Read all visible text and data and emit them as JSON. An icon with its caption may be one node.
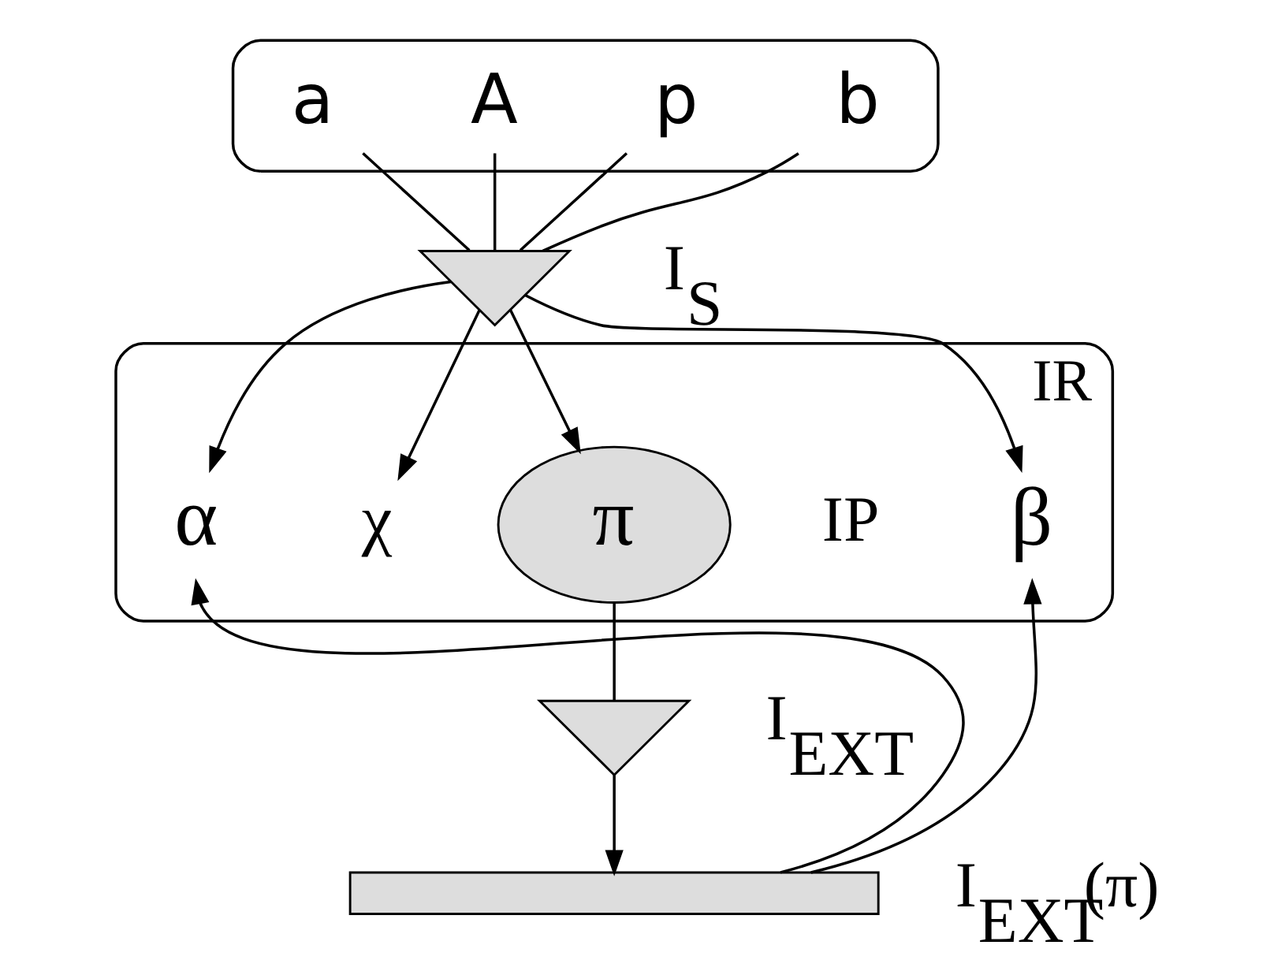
{
  "diagram": {
    "nodes": [
      {
        "text": [],
        "shape": "box"
      },
      {
        "text": [
          "a"
        ],
        "in": 0
      },
      {
        "text": [
          "A"
        ],
        "in": 0
      },
      {
        "text": [
          "p"
        ],
        "in": 0
      },
      {
        "text": [
          "b"
        ],
        "in": 0
      },
      {
        "text": [],
        "shape": "arrow",
        "beside": [
          "I$_{S}$"
        ]
      },
      {
        "text": [
          "IR"
        ]
      },
      {
        "text": [
          "α"
        ],
        "in": 6
      },
      {
        "text": [
          "χ"
        ],
        "in": 6
      },
      {
        "text": [
          "π"
        ],
        "in": 6,
        "beside": [
          "IP"
        ]
      },
      {
        "text": [
          "β"
        ],
        "in": 6
      },
      {
        "text": [],
        "shape": "arrow",
        "beside": [
          "I$_{EXT}$"
        ]
      },
      {
        "text": [],
        "shape": "arrow",
        "beside": [
          "I$_{EXT}$(π)"
        ]
      }
    ],
    "edges": [
      {
        "from": 1,
        "to": 5,
        "arrow": "none"
      },
      {
        "from": 2,
        "to": 5,
        "arrow": "none"
      },
      {
        "from": 3,
        "to": 5,
        "arrow": "none"
      },
      {
        "from": 4,
        "to": 5,
        "arrow": "none"
      },
      {
        "from": 5,
        "to": 7,
        "arrow": "to"
      },
      {
        "from": 5,
        "to": 8,
        "arrow": "to"
      },
      {
        "from": 5,
        "to": 9,
        "arrow": "to"
      },
      {
        "from": 5,
        "to": 10,
        "arrow": "to"
      },
      {
        "from": 9,
        "to": 11,
        "arrow": "none"
      },
      {
        "from": 11,
        "to": 12,
        "arrow": "to"
      },
      {
        "from": 12,
        "to": 7,
        "arrow": "to"
      },
      {
        "from": 12,
        "to": 10,
        "arrow": "to"
      }
    ]
  }
}
